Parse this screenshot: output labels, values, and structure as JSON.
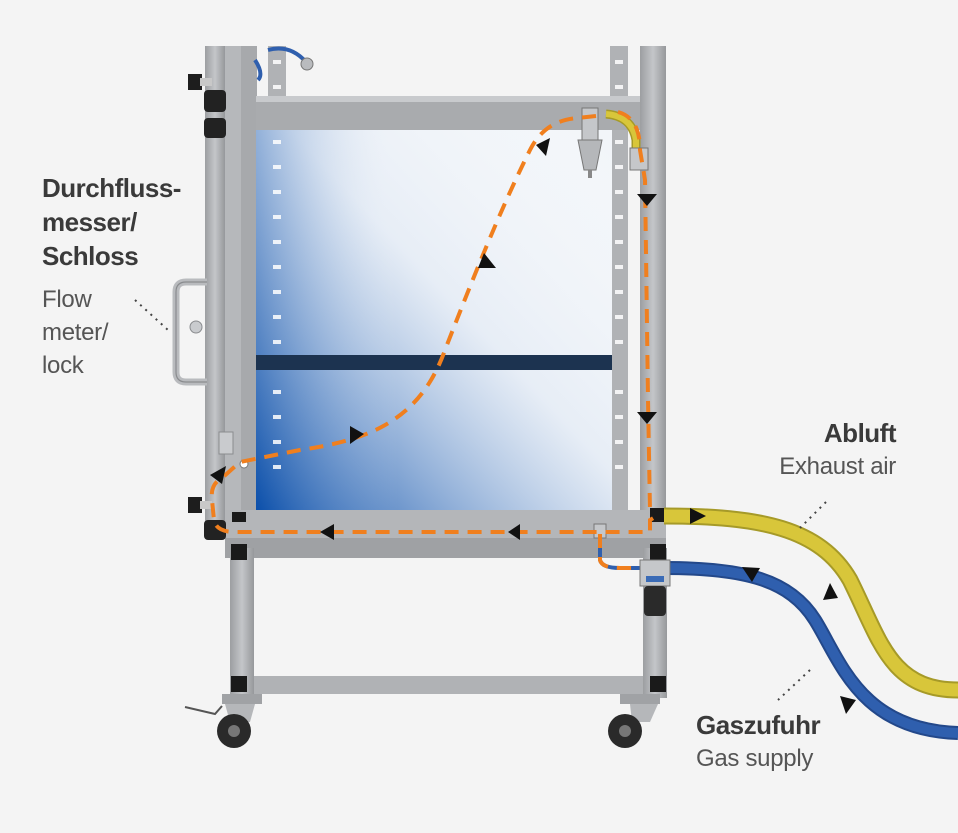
{
  "labels": {
    "flowmeter": {
      "de": "Durchfluss-\nmesser/\nSchloss",
      "en": "Flow\nmeter/\nlock"
    },
    "exhaust": {
      "de": "Abluft",
      "en": "Exhaust air"
    },
    "gas_supply": {
      "de": "Gaszufuhr",
      "en": "Gas supply"
    }
  },
  "colors": {
    "background": "#f4f4f4",
    "frame": "#aeb0b3",
    "frame_dark": "#8d8f92",
    "exhaust_hose": "#d8c63a",
    "gas_hose": "#2f5fae",
    "flow_path": "#f07f1e",
    "glass_blue": "#1a58b4",
    "text_dark": "#3a3a3a",
    "text_light": "#555555"
  },
  "icons": {
    "arrow": "triangle-arrow-icon",
    "caster": "caster-wheel-icon",
    "handle": "door-handle-icon",
    "knob": "lock-knob-icon"
  }
}
